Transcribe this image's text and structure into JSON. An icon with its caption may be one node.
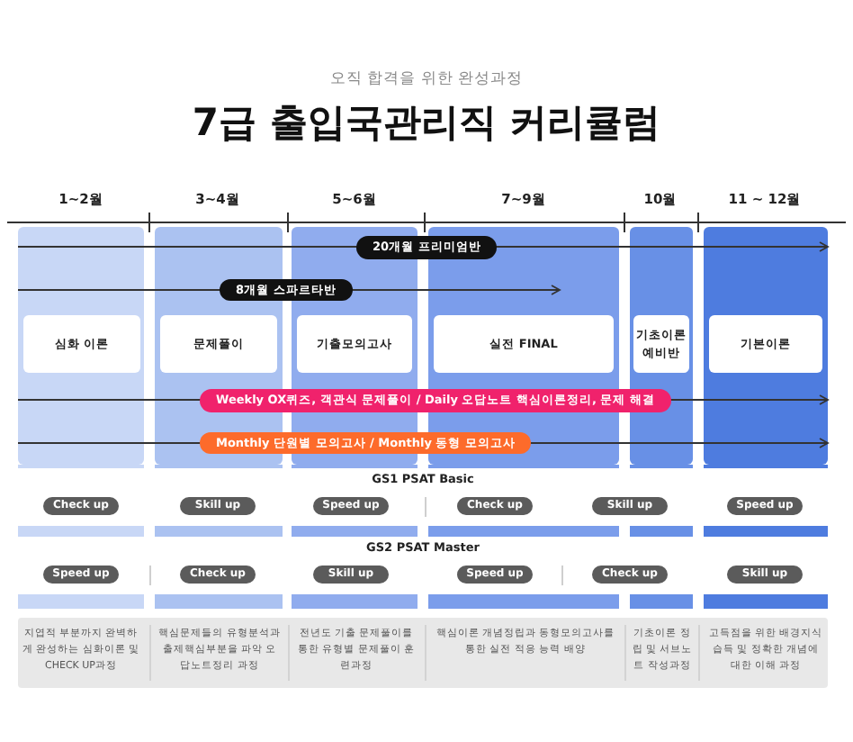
{
  "diagram": {
    "title": "7급 출입국관리직 커리큘럼",
    "nodes": [
      {
        "text": [],
        "shape": "box"
      },
      {
        "text": [],
        "shape": "box"
      },
      {
        "text": [],
        "shape": "box"
      },
      {
        "text": [],
        "shape": "box"
      },
      {
        "text": [],
        "shape": "box"
      },
      {
        "text": [],
        "shape": "box"
      },
      {
        "text": [
          "심화 이론"
        ],
        "in": 0
      },
      {
        "text": [
          "문제풀이"
        ],
        "in": 1
      },
      {
        "text": [
          "기출모의고사"
        ],
        "in": 2
      },
      {
        "text": [
          "실전 FINAL"
        ],
        "in": 3
      },
      {
        "text": [
          "기초이론 예비반"
        ],
        "in": 4
      },
      {
        "text": [
          "기본이론"
        ],
        "in": 5
      },
      {
        "text": [
          "GS1 PSAT Basic"
        ]
      },
      {
        "text": [
          "Check up"
        ],
        "in": 12
      },
      {
        "text": [
          "Skill up"
        ],
        "in": 12
      },
      {
        "text": [
          "Speed up"
        ],
        "in": 12
      },
      {
        "text": [
          "Check up"
        ],
        "in": 12
      },
      {
        "text": [
          "Skill up"
        ],
        "in": 12
      },
      {
        "text": [
          "Speed up"
        ],
        "in": 12
      },
      {
        "text": [
          "GS2 PSAT Master"
        ]
      },
      {
        "text": [
          "Speed up"
        ],
        "in": 19
      },
      {
        "text": [
          "Check up"
        ],
        "in": 19
      },
      {
        "text": [
          "Skill up"
        ],
        "in": 19
      },
      {
        "text": [
          "Speed up"
        ],
        "in": 19
      },
      {
        "text": [
          "Check up"
        ],
        "in": 19
      },
      {
        "text": [
          "Skill up"
        ],
        "in": 19
      }
    ],
    "edges": [
      {
        "from": 0,
        "to": 5,
        "arrow": "to",
        "label": "20개월 프리미엄반"
      },
      {
        "from": 0,
        "to": 9,
        "arrow": "to",
        "label": "8개월 스파르타반"
      },
      {
        "from": 0,
        "to": 5,
        "arrow": "to",
        "label": "Weekly OX퀴즈, 객관식 문제풀이 / Daily 오답노트 핵심이론정리, 문제 해결"
      },
      {
        "from": 0,
        "to": 5,
        "arrow": "to",
        "label": "Monthly 단원별 모의고사 / Monthly 동형 모의고사"
      }
    ],
    "labels": [
      "오직 합격을 위한 완성과정",
      "1~2월",
      "3~4월",
      "5~6월",
      "7~9월",
      "10월",
      "11 ~ 12월",
      "지엽적 부분까지 완벽하게 완성하는 심화이론 및 CHECK UP과정",
      "핵심문제들의 유형분석과 출제핵심부분을 파악 오답노트정리 과정",
      "전년도 기출 문제풀이를 통한 유형별 문제풀이 훈련과정",
      "핵심이론 개념정립과 동형모의고사를 통한 실전 적응 능력 배양",
      "기초이론 정립 및 서브노트 작성과정",
      "고득점을 위한 배경지식 습득 및 정확한 개념에 대한 이해 과정"
    ]
  }
}
